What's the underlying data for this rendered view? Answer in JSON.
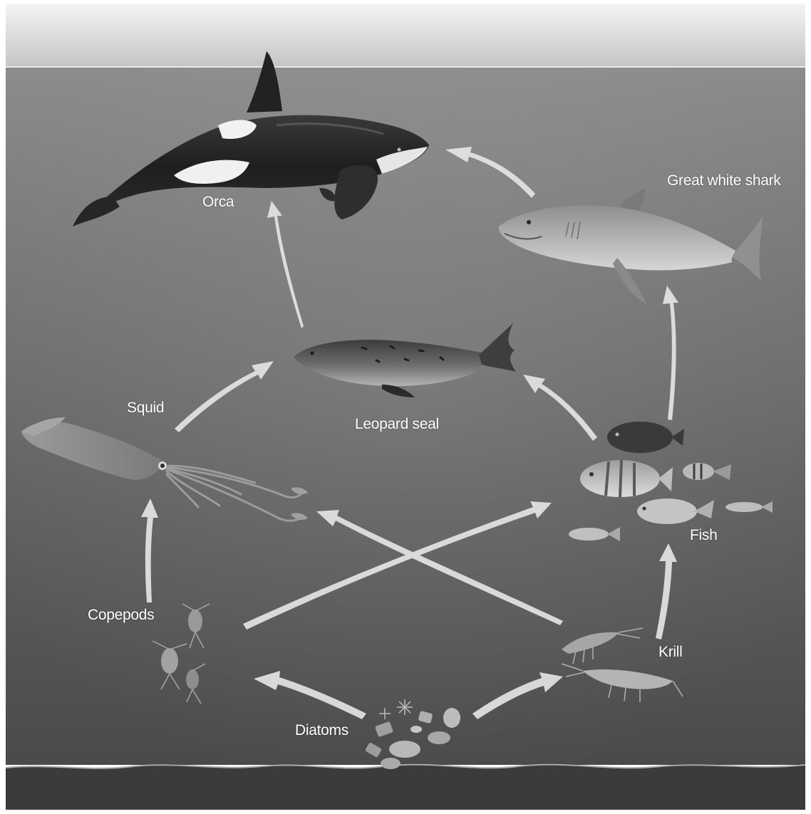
{
  "diagram": {
    "kind": "marine food web",
    "organisms": {
      "orca": "Orca",
      "great_white_shark": "Great white shark",
      "leopard_seal": "Leopard seal",
      "squid": "Squid",
      "fish": "Fish",
      "copepods": "Copepods",
      "krill": "Krill",
      "diatoms": "Diatoms"
    },
    "arrows": [
      {
        "from": "diatoms",
        "to": "copepods"
      },
      {
        "from": "diatoms",
        "to": "krill"
      },
      {
        "from": "copepods",
        "to": "squid"
      },
      {
        "from": "copepods",
        "to": "fish"
      },
      {
        "from": "krill",
        "to": "squid"
      },
      {
        "from": "krill",
        "to": "fish"
      },
      {
        "from": "squid",
        "to": "leopard_seal"
      },
      {
        "from": "fish",
        "to": "leopard_seal"
      },
      {
        "from": "fish",
        "to": "great_white_shark"
      },
      {
        "from": "leopard_seal",
        "to": "orca"
      },
      {
        "from": "great_white_shark",
        "to": "orca"
      }
    ],
    "colors": {
      "sky_top": "#f2f2f2",
      "sky_bottom": "#c9c9c9",
      "water_top": "#8a8a8a",
      "water_mid": "#6a6a6a",
      "water_bottom": "#4c4c4c",
      "seabed": "#3c3c3c",
      "arrow": "#e6e6e6",
      "label": "#ffffff"
    }
  }
}
